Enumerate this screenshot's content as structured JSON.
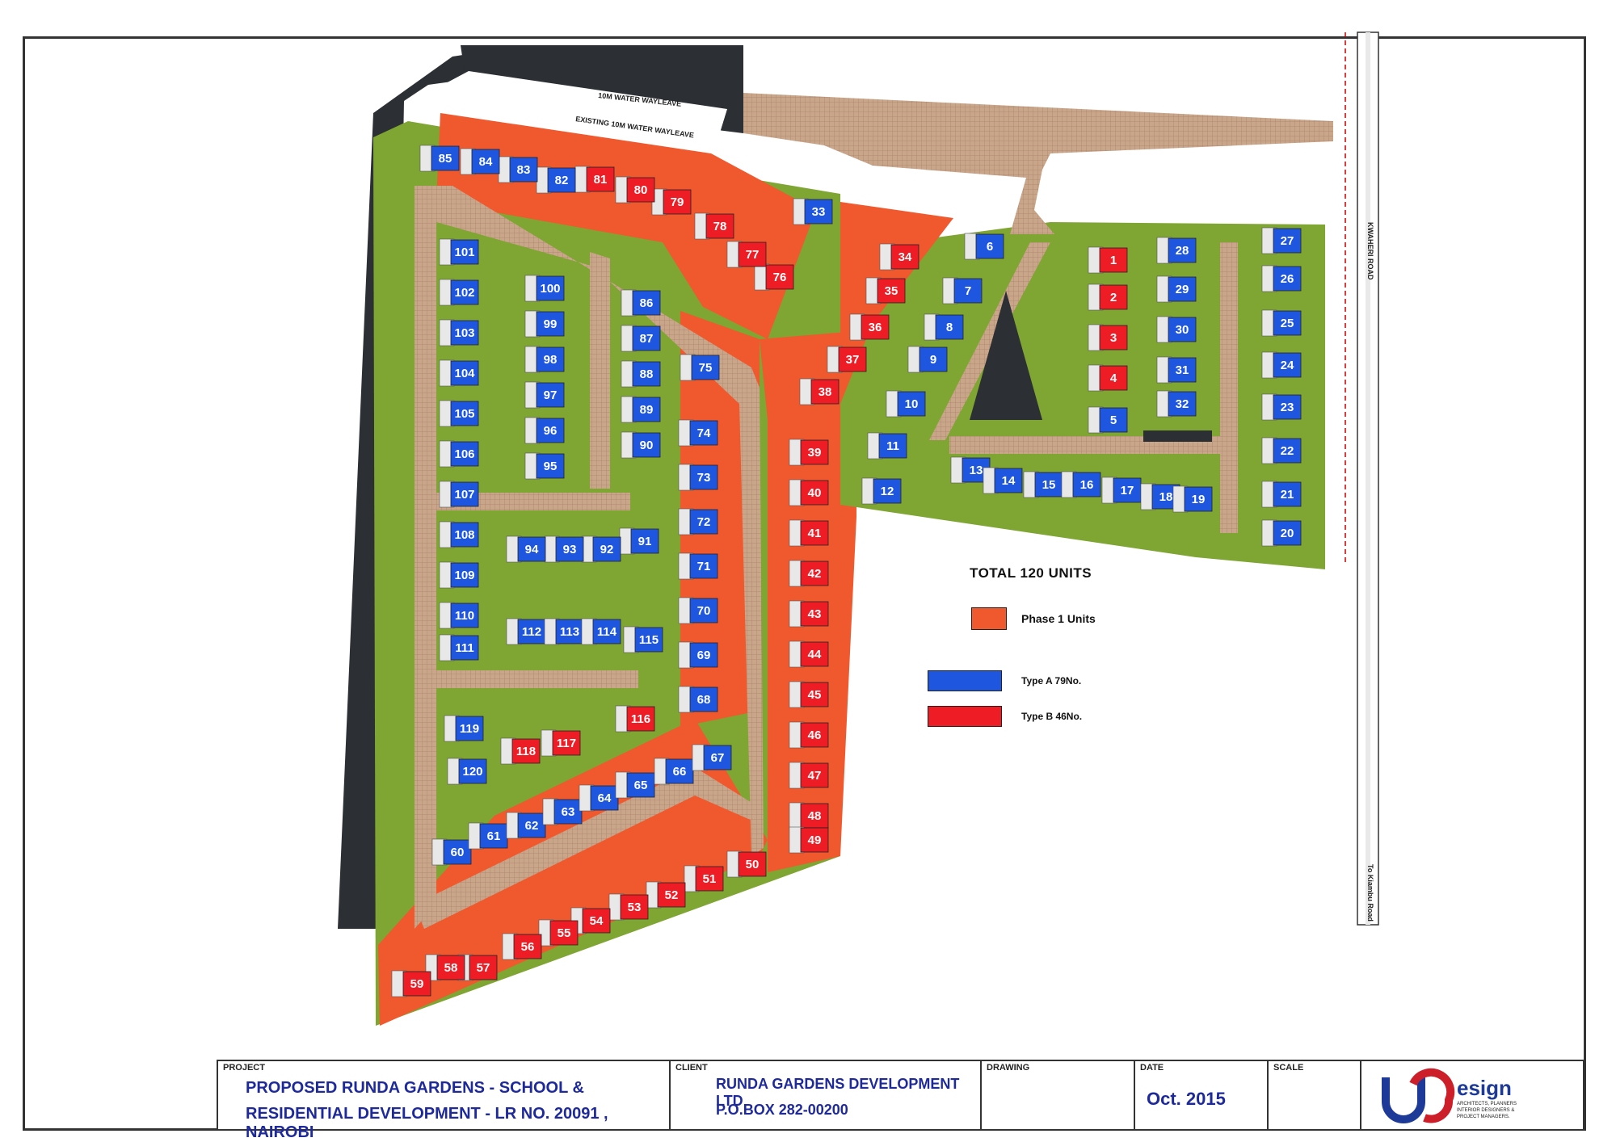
{
  "map": {
    "wayleave_top_label": "10M WATER WAYLEAVE",
    "wayleave_label": "EXISTING 10M WATER WAYLEAVE",
    "road_right_label": "KWAHERI ROAD",
    "road_right_bottom_label": "To Kiambu Road",
    "units": [
      {
        "n": "1",
        "type": "B"
      },
      {
        "n": "2",
        "type": "B"
      },
      {
        "n": "3",
        "type": "B"
      },
      {
        "n": "4",
        "type": "B"
      },
      {
        "n": "5",
        "type": "A"
      },
      {
        "n": "6",
        "type": "A"
      },
      {
        "n": "7",
        "type": "A"
      },
      {
        "n": "8",
        "type": "A"
      },
      {
        "n": "9",
        "type": "A"
      },
      {
        "n": "10",
        "type": "A"
      },
      {
        "n": "11",
        "type": "A"
      },
      {
        "n": "12",
        "type": "A"
      },
      {
        "n": "13",
        "type": "A"
      },
      {
        "n": "14",
        "type": "A"
      },
      {
        "n": "15",
        "type": "A"
      },
      {
        "n": "16",
        "type": "A"
      },
      {
        "n": "17",
        "type": "A"
      },
      {
        "n": "18",
        "type": "A"
      },
      {
        "n": "19",
        "type": "A"
      },
      {
        "n": "20",
        "type": "A"
      },
      {
        "n": "21",
        "type": "A"
      },
      {
        "n": "22",
        "type": "A"
      },
      {
        "n": "23",
        "type": "A"
      },
      {
        "n": "24",
        "type": "A"
      },
      {
        "n": "25",
        "type": "A"
      },
      {
        "n": "26",
        "type": "A"
      },
      {
        "n": "27",
        "type": "A"
      },
      {
        "n": "28",
        "type": "A"
      },
      {
        "n": "29",
        "type": "A"
      },
      {
        "n": "30",
        "type": "A"
      },
      {
        "n": "31",
        "type": "A"
      },
      {
        "n": "32",
        "type": "A"
      },
      {
        "n": "33",
        "type": "A"
      },
      {
        "n": "34",
        "type": "B"
      },
      {
        "n": "35",
        "type": "B"
      },
      {
        "n": "36",
        "type": "B"
      },
      {
        "n": "37",
        "type": "B"
      },
      {
        "n": "38",
        "type": "B"
      },
      {
        "n": "39",
        "type": "B"
      },
      {
        "n": "40",
        "type": "B"
      },
      {
        "n": "41",
        "type": "B"
      },
      {
        "n": "42",
        "type": "B"
      },
      {
        "n": "43",
        "type": "B"
      },
      {
        "n": "44",
        "type": "B"
      },
      {
        "n": "45",
        "type": "B"
      },
      {
        "n": "46",
        "type": "B"
      },
      {
        "n": "47",
        "type": "B"
      },
      {
        "n": "48",
        "type": "B"
      },
      {
        "n": "49",
        "type": "B"
      },
      {
        "n": "50",
        "type": "B"
      },
      {
        "n": "51",
        "type": "B"
      },
      {
        "n": "52",
        "type": "B"
      },
      {
        "n": "53",
        "type": "B"
      },
      {
        "n": "54",
        "type": "B"
      },
      {
        "n": "55",
        "type": "B"
      },
      {
        "n": "56",
        "type": "B"
      },
      {
        "n": "57",
        "type": "B"
      },
      {
        "n": "58",
        "type": "B"
      },
      {
        "n": "59",
        "type": "B"
      },
      {
        "n": "60",
        "type": "A"
      },
      {
        "n": "61",
        "type": "A"
      },
      {
        "n": "62",
        "type": "A"
      },
      {
        "n": "63",
        "type": "A"
      },
      {
        "n": "64",
        "type": "A"
      },
      {
        "n": "65",
        "type": "A"
      },
      {
        "n": "66",
        "type": "A"
      },
      {
        "n": "67",
        "type": "A"
      },
      {
        "n": "68",
        "type": "A"
      },
      {
        "n": "69",
        "type": "A"
      },
      {
        "n": "70",
        "type": "A"
      },
      {
        "n": "71",
        "type": "A"
      },
      {
        "n": "72",
        "type": "A"
      },
      {
        "n": "73",
        "type": "A"
      },
      {
        "n": "74",
        "type": "A"
      },
      {
        "n": "75",
        "type": "A"
      },
      {
        "n": "76",
        "type": "B"
      },
      {
        "n": "77",
        "type": "B"
      },
      {
        "n": "78",
        "type": "B"
      },
      {
        "n": "79",
        "type": "B"
      },
      {
        "n": "80",
        "type": "B"
      },
      {
        "n": "81",
        "type": "B"
      },
      {
        "n": "82",
        "type": "A"
      },
      {
        "n": "83",
        "type": "A"
      },
      {
        "n": "84",
        "type": "A"
      },
      {
        "n": "85",
        "type": "A"
      },
      {
        "n": "86",
        "type": "A"
      },
      {
        "n": "87",
        "type": "A"
      },
      {
        "n": "88",
        "type": "A"
      },
      {
        "n": "89",
        "type": "A"
      },
      {
        "n": "90",
        "type": "A"
      },
      {
        "n": "91",
        "type": "A"
      },
      {
        "n": "92",
        "type": "A"
      },
      {
        "n": "93",
        "type": "A"
      },
      {
        "n": "94",
        "type": "A"
      },
      {
        "n": "95",
        "type": "A"
      },
      {
        "n": "96",
        "type": "A"
      },
      {
        "n": "97",
        "type": "A"
      },
      {
        "n": "98",
        "type": "A"
      },
      {
        "n": "99",
        "type": "A"
      },
      {
        "n": "100",
        "type": "A"
      },
      {
        "n": "101",
        "type": "A"
      },
      {
        "n": "102",
        "type": "A"
      },
      {
        "n": "103",
        "type": "A"
      },
      {
        "n": "104",
        "type": "A"
      },
      {
        "n": "105",
        "type": "A"
      },
      {
        "n": "106",
        "type": "A"
      },
      {
        "n": "107",
        "type": "A"
      },
      {
        "n": "108",
        "type": "A"
      },
      {
        "n": "109",
        "type": "A"
      },
      {
        "n": "110",
        "type": "A"
      },
      {
        "n": "111",
        "type": "A"
      },
      {
        "n": "112",
        "type": "A"
      },
      {
        "n": "113",
        "type": "A"
      },
      {
        "n": "114",
        "type": "A"
      },
      {
        "n": "115",
        "type": "A"
      },
      {
        "n": "116",
        "type": "B"
      },
      {
        "n": "117",
        "type": "B"
      },
      {
        "n": "118",
        "type": "B"
      },
      {
        "n": "119",
        "type": "A"
      },
      {
        "n": "120",
        "type": "A"
      }
    ]
  },
  "legend": {
    "title": "TOTAL 120 UNITS",
    "phase1": "Phase 1 Units",
    "typeA": "Type A  79No.",
    "typeB": "Type B 46No."
  },
  "colors": {
    "phase1": "#f0582e",
    "green": "#7fa533",
    "typeA": "#1f56e0",
    "typeB": "#ee1c25",
    "road": "#c9a58a",
    "dark": "#2c2f33"
  },
  "title_block": {
    "project_head": "PROJECT",
    "project_line1": "PROPOSED RUNDA GARDENS - SCHOOL &",
    "project_line2": "RESIDENTIAL DEVELOPMENT - LR NO. 20091 , NAIROBI",
    "client_head": "CLIENT",
    "client_line1": "RUNDA GARDENS DEVELOPMENT LTD",
    "client_line2": "P.O.BOX 282-00200",
    "drawing_head": "DRAWING",
    "date_head": "DATE",
    "date_value": "Oct. 2015",
    "scale_head": "SCALE",
    "logo_text": "esign",
    "logo_sub1": "ARCHITECTS, PLANNERS",
    "logo_sub2": "INTERIOR DESIGNERS &",
    "logo_sub3": "PROJECT MANAGERS."
  }
}
